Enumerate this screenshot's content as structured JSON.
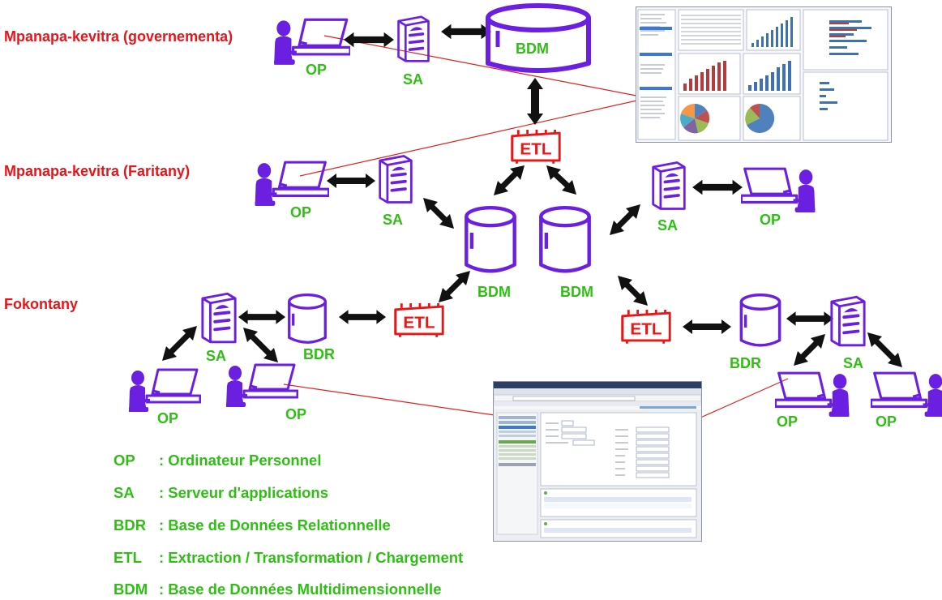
{
  "levels": {
    "national": "Mpanapa-kevitra (governementa)",
    "regional": "Mpanapa-kevitra (Faritany)",
    "local": "Fokontany"
  },
  "labels": {
    "op": "OP",
    "sa": "SA",
    "bdm": "BDM",
    "bdr": "BDR",
    "etl": "ETL"
  },
  "legend": [
    {
      "abbr": "OP",
      "text": ": Ordinateur Personnel"
    },
    {
      "abbr": "SA",
      "text": ": Serveur d'applications"
    },
    {
      "abbr": "BDR",
      "text": ": Base de Données Relationnelle"
    },
    {
      "abbr": "ETL",
      "text": ": Extraction / Transformation / Chargement"
    },
    {
      "abbr": "BDM",
      "text": ": Base de Données Multidimensionnelle"
    }
  ],
  "colors": {
    "node": "#6b1fe0",
    "etl": "#e81616",
    "arrow": "#111111",
    "level_text": "#e8141a",
    "label_text": "#2fbf14",
    "leader_line": "#e02020"
  }
}
